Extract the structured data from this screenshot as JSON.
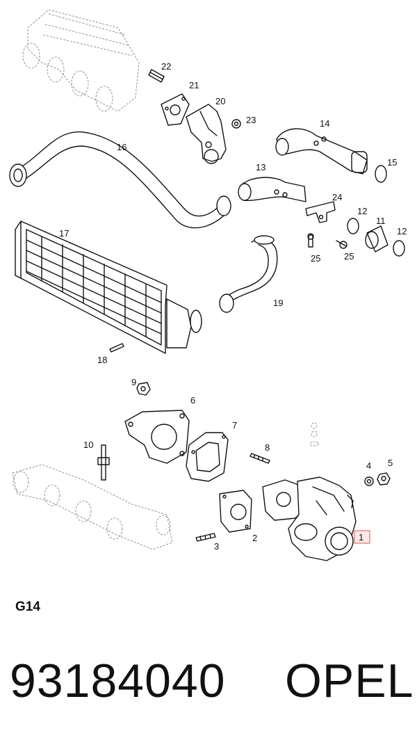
{
  "diagram": {
    "callouts": {
      "c1": "1",
      "c2": "2",
      "c3": "3",
      "c4": "4",
      "c5": "5",
      "c6": "6",
      "c7": "7",
      "c8": "8",
      "c9": "9",
      "c10": "10",
      "c11": "11",
      "c12a": "12",
      "c12b": "12",
      "c13": "13",
      "c14": "14",
      "c15": "15",
      "c16": "16",
      "c17": "17",
      "c18": "18",
      "c19": "19",
      "c20": "20",
      "c21": "21",
      "c22": "22",
      "c23": "23",
      "c24": "24",
      "c25a": "25",
      "c25b": "25"
    },
    "highlighted_part": "1",
    "highlight_color": "#e07070"
  },
  "diagram_code": "G14",
  "footer": {
    "part_number": "93184040",
    "brand": "OPEL"
  }
}
